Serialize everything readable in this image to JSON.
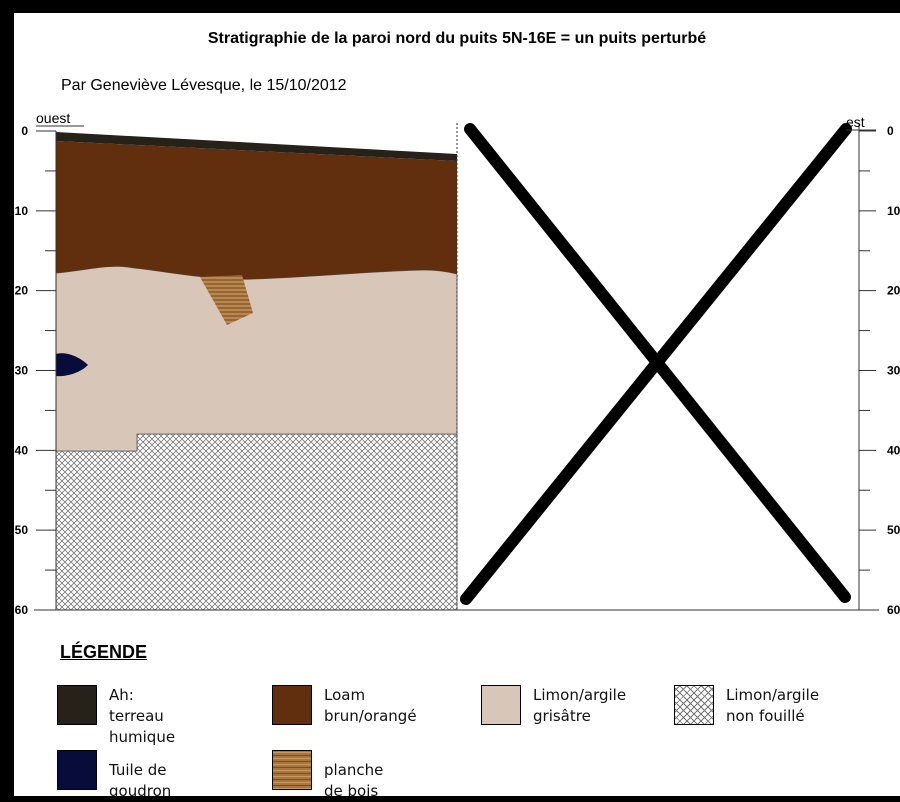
{
  "title": "Stratigraphie de la paroi nord du puits 5N-16E = un puits perturbé",
  "author_line": "Par Geneviève Lévesque, le 15/10/2012",
  "profile": {
    "left_label": "ouest",
    "right_label": "est",
    "depth_ticks": [
      "0",
      "10",
      "20",
      "30",
      "40",
      "50",
      "60"
    ],
    "depth_range": [
      0,
      60
    ],
    "right_half_status": "crossed-out"
  },
  "legend": {
    "title": "LÉGENDE",
    "items": [
      {
        "label": "Ah: terreau\nhumique",
        "color": "#26221a",
        "pattern": "solid"
      },
      {
        "label": "Loam\nbrun/orangé",
        "color": "#612f0d",
        "pattern": "solid"
      },
      {
        "label": "Limon/argile\ngrisâtre",
        "color": "#d8c6b9",
        "pattern": "solid"
      },
      {
        "label": "Limon/argile\nnon fouillé",
        "color": "#9a9a9a",
        "pattern": "crosshatch"
      },
      {
        "label": "Tuile de goudron",
        "color": "#070c3a",
        "pattern": "solid"
      },
      {
        "label": "planche de bois",
        "color": "#a9753f",
        "pattern": "woodgrain"
      }
    ]
  }
}
